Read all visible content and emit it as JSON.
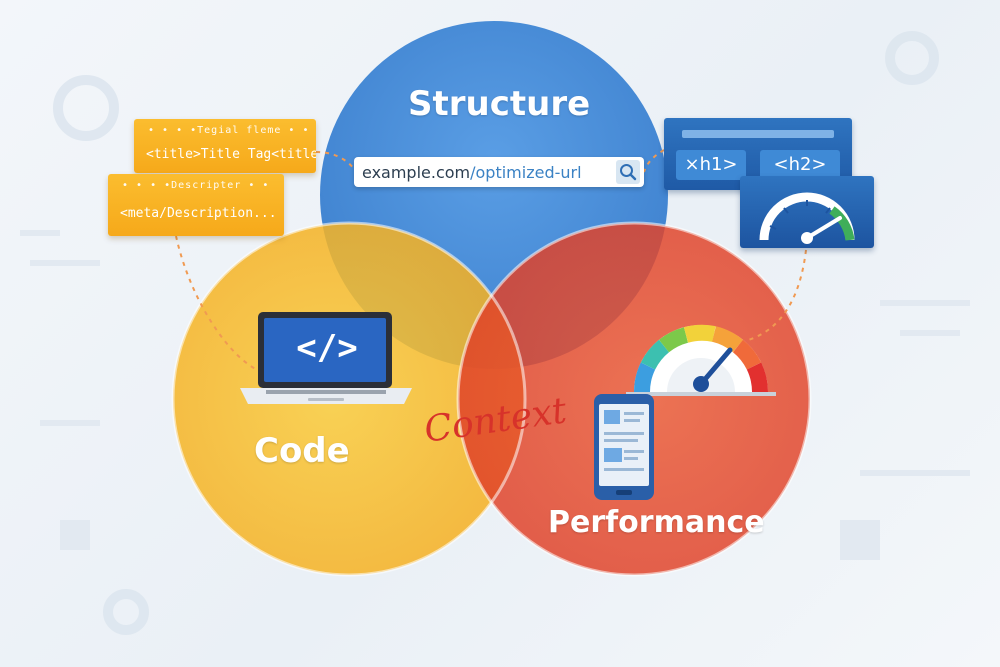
{
  "circles": {
    "structure": {
      "label": "Structure",
      "color": "#4a8fd9"
    },
    "code": {
      "label": "Code",
      "color": "#f7b82c"
    },
    "performance": {
      "label": "Performance",
      "color": "#e5492e"
    }
  },
  "center_label": "Context",
  "cards": {
    "title_tag": {
      "caption": "• • • •Tegial fleme • •",
      "text": "<title>Title Tag<title>"
    },
    "meta_description": {
      "caption": "• • • •Descripter • •",
      "text": "<meta/Description..."
    }
  },
  "url_bar": {
    "domain": "example.com",
    "path": "/optimized-url",
    "icon": "search-icon"
  },
  "heading_tags": {
    "h1": "×h1>",
    "h2": "<h2>"
  },
  "laptop_code": "</>",
  "icons": [
    "gauge-icon",
    "laptop-icon",
    "mobile-phone-icon",
    "speedometer-icon"
  ],
  "colors": {
    "link_dots": "#f09a52",
    "context_ink": "#d7322a",
    "panel_blue": "#2a6bb8",
    "card_yellow": "#f9b224"
  }
}
